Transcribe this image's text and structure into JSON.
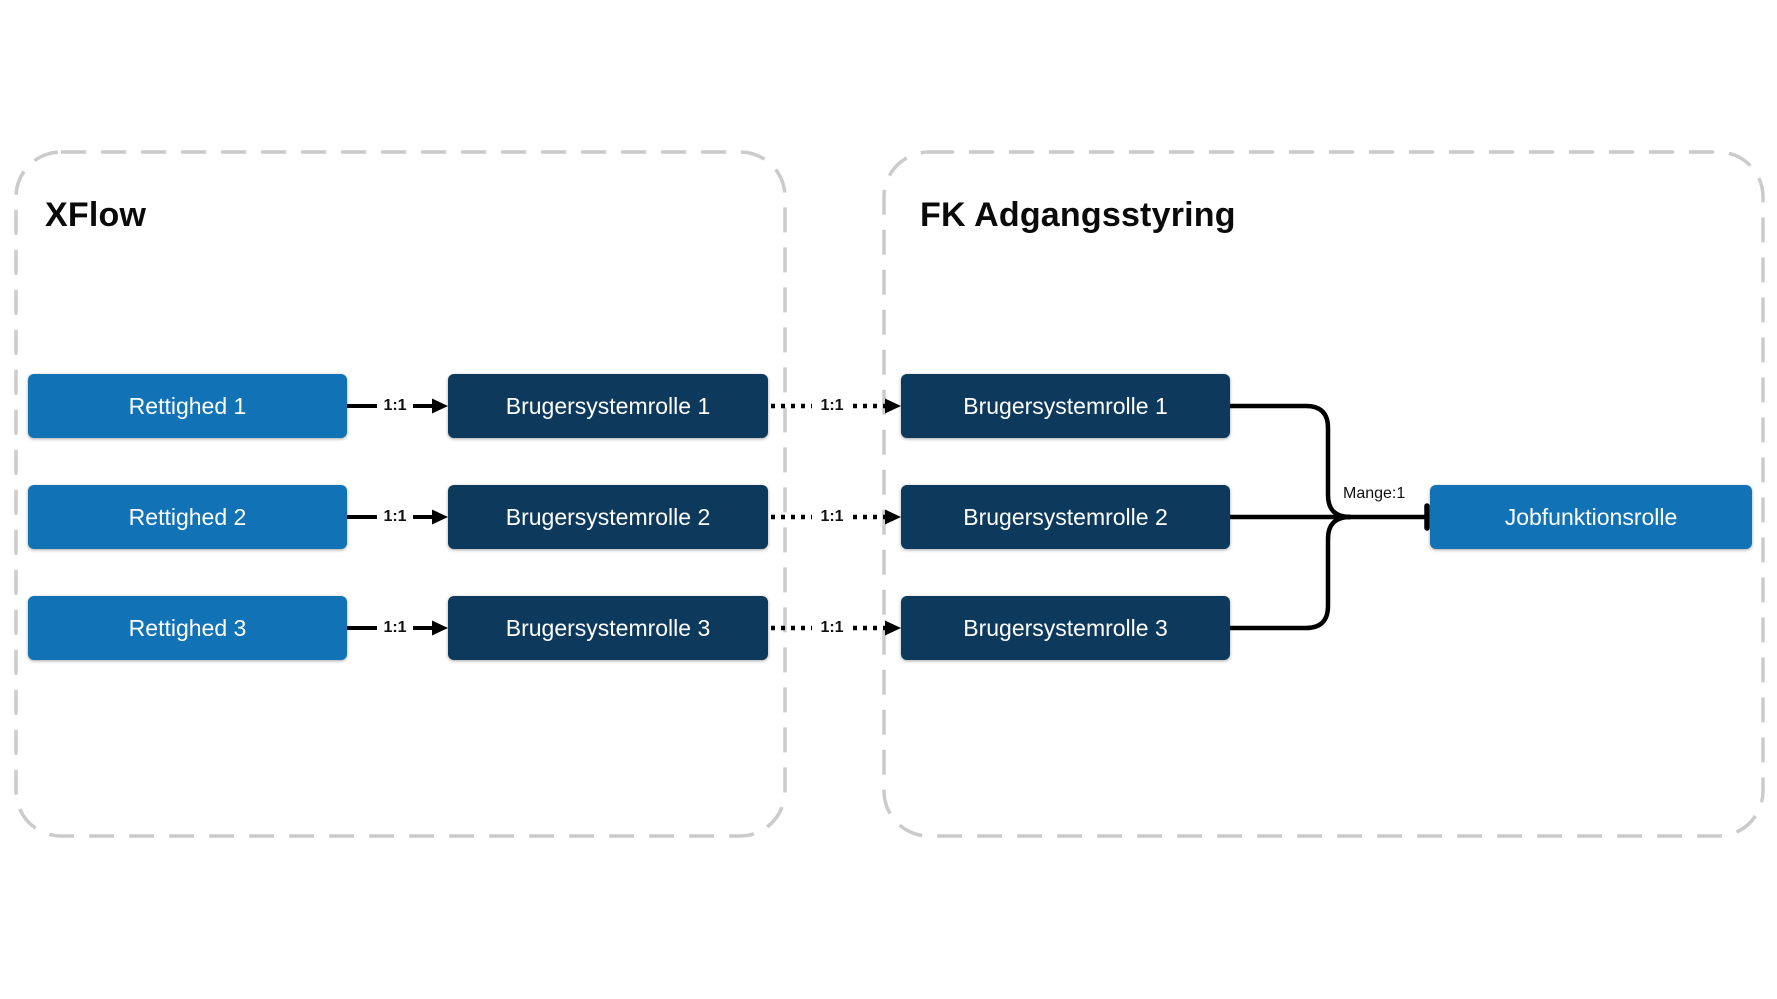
{
  "diagram": {
    "background_color": "#ffffff",
    "colors": {
      "primary_blue": "#1173B6",
      "dark_navy": "#0D3A5C",
      "container_border": "#CBCBCB",
      "connector_black": "#000000",
      "node_text": "#ffffff"
    },
    "containers": [
      {
        "id": "xflow",
        "title": "XFlow"
      },
      {
        "id": "fk",
        "title": "FK Adgangsstyring"
      }
    ],
    "xflow": {
      "rettighed_nodes": [
        {
          "label": "Rettighed 1"
        },
        {
          "label": "Rettighed 2"
        },
        {
          "label": "Rettighed 3"
        }
      ],
      "brugersystemrolle_nodes": [
        {
          "label": "Brugersystemrolle 1"
        },
        {
          "label": "Brugersystemrolle 2"
        },
        {
          "label": "Brugersystemrolle 3"
        }
      ]
    },
    "fk": {
      "brugersystemrolle_nodes": [
        {
          "label": "Brugersystemrolle 1"
        },
        {
          "label": "Brugersystemrolle 2"
        },
        {
          "label": "Brugersystemrolle 3"
        }
      ],
      "jobfunktionsrolle": {
        "label": "Jobfunktionsrolle"
      }
    },
    "connectors": {
      "rettighed_to_brugersystemrolle": [
        {
          "label": "1:1",
          "style": "solid-arrow"
        },
        {
          "label": "1:1",
          "style": "solid-arrow"
        },
        {
          "label": "1:1",
          "style": "solid-arrow"
        }
      ],
      "brugersystemrolle_to_fk": [
        {
          "label": "1:1",
          "style": "dotted-arrow"
        },
        {
          "label": "1:1",
          "style": "dotted-arrow"
        },
        {
          "label": "1:1",
          "style": "dotted-arrow"
        }
      ],
      "merge_to_jobfunktionsrolle": {
        "label": "Mange:1",
        "style": "merged-tee"
      }
    }
  }
}
